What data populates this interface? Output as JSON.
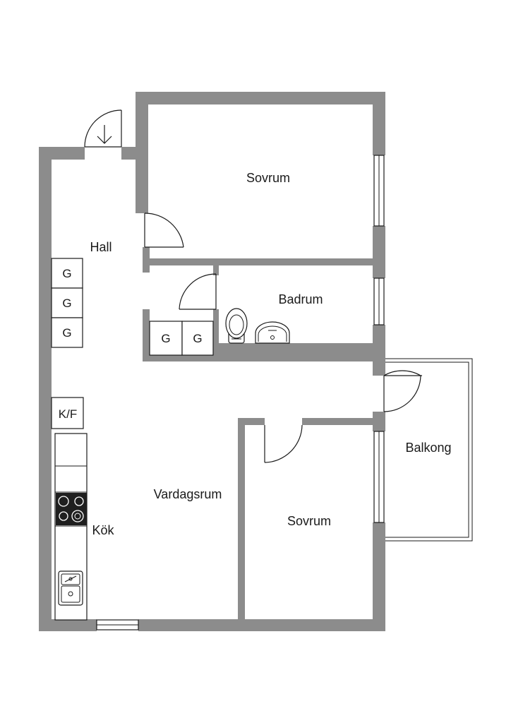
{
  "rooms": {
    "sovrum_top": "Sovrum",
    "hall": "Hall",
    "badrum": "Badrum",
    "balkong": "Balkong",
    "vardagsrum": "Vardagsrum",
    "sovrum_bottom": "Sovrum",
    "kok": "Kök"
  },
  "cabinets": {
    "hall_1": "G",
    "hall_2": "G",
    "hall_3": "G",
    "bath_1": "G",
    "bath_2": "G",
    "fridge": "K/F"
  },
  "colors": {
    "wall": "#8c8c8c",
    "line": "#1a1a1a",
    "background": "#ffffff"
  }
}
